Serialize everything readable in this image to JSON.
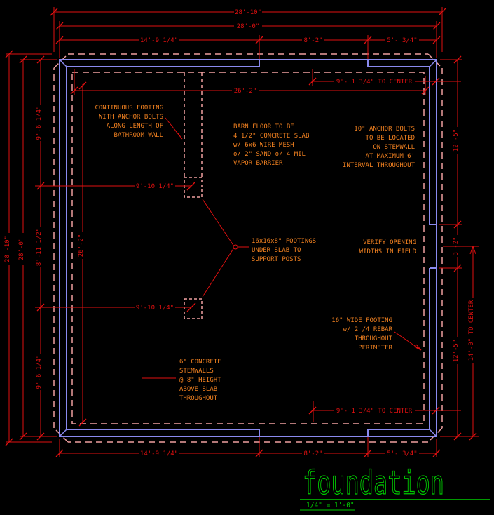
{
  "colors": {
    "background": "#000000",
    "dimension_red": "#e01010",
    "footing_dashed_pink": "#f0a0a0",
    "wall_blue": "#8a8aee",
    "annotation_orange": "#f08020",
    "title_green": "#00cc00"
  },
  "dimensions": {
    "top": {
      "overall_outer": "28'-10\"",
      "overall": "28'-0\"",
      "chain": [
        "14'-9 1/4\"",
        "8'-2\"",
        "5'- 3/4\""
      ],
      "to_center": "9'- 1 3/4\" TO CENTER",
      "interior": "26'-2\""
    },
    "bottom": {
      "chain": [
        "14'-9 1/4\"",
        "8'-2\"",
        "5'- 3/4\""
      ],
      "to_center": "9'- 1 3/4\" TO CENTER"
    },
    "left": {
      "overall_outer": "28'-10\"",
      "overall": "28'-0\"",
      "chain": [
        "9'-6 1/4\"",
        "8'-11 1/2\"",
        "9'-6 1/4\""
      ],
      "interior": "26'-2\""
    },
    "right": {
      "chain": [
        "12'-5\"",
        "3'-2\"",
        "12'-5\""
      ],
      "to_center": "14'-0\" TO CENTER"
    },
    "footing_offsets": [
      "9'-10 1/4\"",
      "9'-10 1/4\""
    ]
  },
  "notes": {
    "bathroom_footing": [
      "CONTINUOUS FOOTING",
      "WITH ANCHOR BOLTS",
      "ALONG LENGTH OF",
      "BATHROOM WALL"
    ],
    "barn_floor": [
      "BARN FLOOR TO BE",
      "4 1/2\" CONCRETE SLAB",
      "w/ 6x6 WIRE MESH",
      "o/ 2\" SAND o/ 4 MIL",
      "VAPOR BARRIER"
    ],
    "anchor_bolts": [
      "10\" ANCHOR BOLTS",
      "TO BE LOCATED",
      "ON STEMWALL",
      "AT MAXIMUM 6'",
      "INTERVAL THROUGHOUT"
    ],
    "slab_footings": [
      "16x16x8\" FOOTINGS",
      "UNDER SLAB TO",
      "SUPPORT POSTS"
    ],
    "verify_opening": [
      "VERIFY OPENING",
      "WIDTHS IN FIELD"
    ],
    "perimeter_footing": [
      "16\" WIDE FOOTING",
      "w/ 2 /4 REBAR",
      "THROUGHOUT",
      "PERIMETER"
    ],
    "stemwalls": [
      "6\" CONCRETE",
      "STEMWALLS",
      "@ 8\" HEIGHT",
      "ABOVE SLAB",
      "THROUGHOUT"
    ]
  },
  "title": {
    "text": "foundation",
    "scale": "1/4\" = 1'-0\""
  }
}
